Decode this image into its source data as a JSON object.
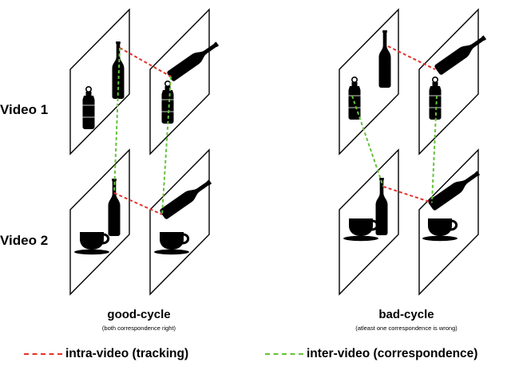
{
  "labels": {
    "video1": "Video 1",
    "video2": "Video 2"
  },
  "panels": {
    "good": {
      "title": "good-cycle",
      "subtitle": "(both correspondence right)"
    },
    "bad": {
      "title": "bad-cycle",
      "subtitle": "(atleast one correspondence is wrong)"
    }
  },
  "legend": {
    "intra": {
      "label": "intra-video (tracking)",
      "color": "#e3322b"
    },
    "inter": {
      "label": "inter-video (correspondence)",
      "color": "#66c23a"
    }
  },
  "icons": [
    "wine-bottle-icon",
    "sports-bottle-icon",
    "tilted-bottle-icon",
    "coffee-cup-icon"
  ]
}
